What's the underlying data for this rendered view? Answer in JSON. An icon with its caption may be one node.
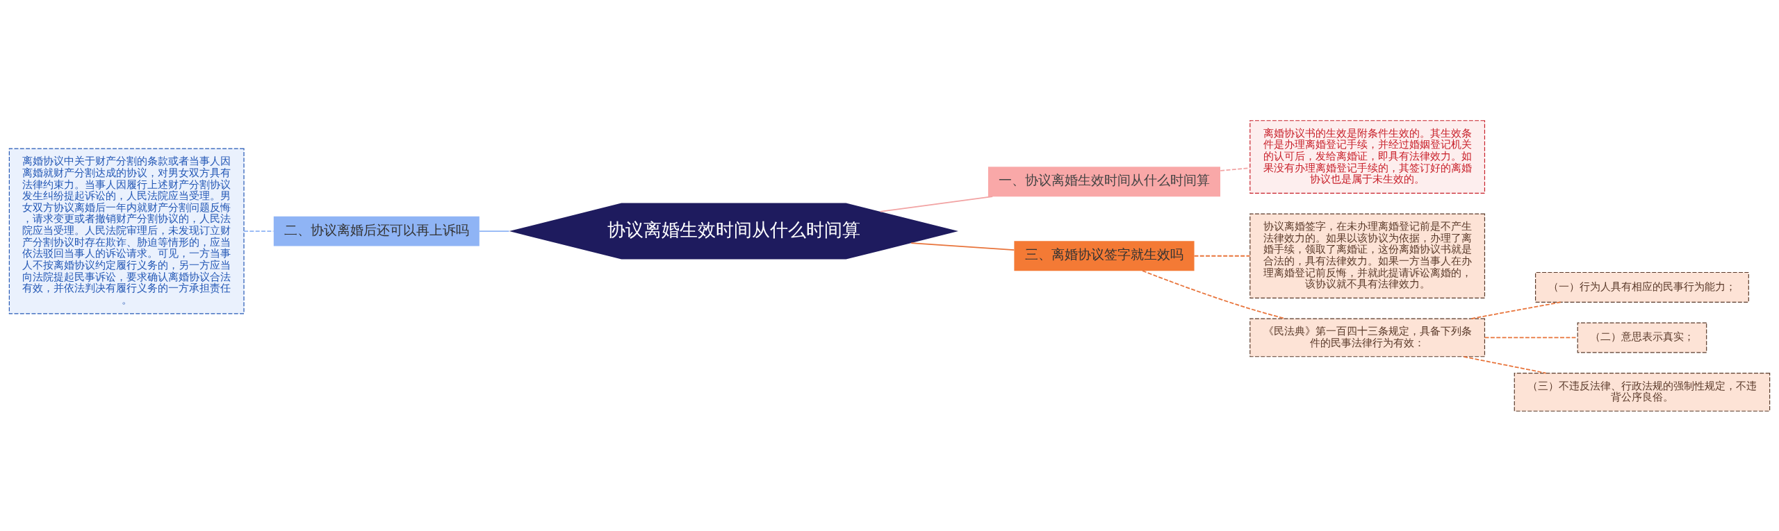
{
  "diagram": {
    "nodes": [
      {
        "text": [
          "协议离婚生效时间从什么时间算"
        ]
      },
      {
        "text": [
          "一、协议离婚生效时间从什么时间算"
        ]
      },
      {
        "text": [
          "离婚协议书的生效是附条件生效的。其生效条件是办理离婚登记手续，并经过婚姻登记机关的认可后，发给离婚证，即具有法律效力。如果没有办理离婚登记手续的，其签订好的离婚协议也是属于未生效的。"
        ]
      },
      {
        "text": [
          "三、离婚协议签字就生效吗"
        ]
      },
      {
        "text": [
          "协议离婚签字，在未办理离婚登记前是不产生法律效力的。如果以该协议为依据，办理了离婚手续，领取了离婚证，这份离婚协议书就是合法的，具有法律效力。如果一方当事人在办理离婚登记前反悔，并就此提请诉讼离婚的，该协议就不具有法律效力。"
        ]
      },
      {
        "text": [
          "《民法典》第一百四十三条规定，具备下列条件的民事法律行为有效："
        ]
      },
      {
        "text": [
          "（一）行为人具有相应的民事行为能力；"
        ]
      },
      {
        "text": [
          "（二）意思表示真实；"
        ]
      },
      {
        "text": [
          "（三）不违反法律、行政法规的强制性规定，不违背公序良俗。"
        ]
      },
      {
        "text": [
          "二、协议离婚后还可以再上诉吗"
        ]
      },
      {
        "text": [
          "离婚协议中关于财产分割的条款或者当事人因离婚就财产分割达成的协议，对男女双方具有法律约束力。当事人因履行上述财产分割协议发生纠纷提起诉讼的，人民法院应当受理。男女双方协议离婚后一年内就财产分割问题反悔，请求变更或者撤销财产分割协议的，人民法院应当受理。人民法院审理后，未发现订立财产分割协议时存在欺诈、胁迫等情形的，应当依法驳回当事人的诉讼请求。可见，一方当事人不按离婚协议约定履行义务的，另一方应当向法院提起民事诉讼，要求确认离婚协议合法有效，并依法判决有履行义务的一方承担责任。"
        ]
      }
    ],
    "edges": [
      {
        "from": 0,
        "to": 1,
        "arrow": "none",
        "color": "#f2a3a3"
      },
      {
        "from": 1,
        "to": 2,
        "arrow": "none",
        "style": "dashed",
        "color": "#f2a3a3"
      },
      {
        "from": 0,
        "to": 3,
        "arrow": "none"
      },
      {
        "from": 3,
        "to": 4,
        "arrow": "none",
        "style": "dashed"
      },
      {
        "from": 3,
        "to": 5,
        "arrow": "none",
        "style": "dashed"
      },
      {
        "from": 5,
        "to": 6,
        "arrow": "none",
        "style": "dashed"
      },
      {
        "from": 5,
        "to": 7,
        "arrow": "none",
        "style": "dashed"
      },
      {
        "from": 5,
        "to": 8,
        "arrow": "none",
        "style": "dashed"
      },
      {
        "from": 0,
        "to": 9,
        "arrow": "none",
        "color": "#8fb4f5"
      },
      {
        "from": 9,
        "to": 10,
        "arrow": "none",
        "style": "dashed",
        "color": "#8fb4f5"
      }
    ]
  }
}
